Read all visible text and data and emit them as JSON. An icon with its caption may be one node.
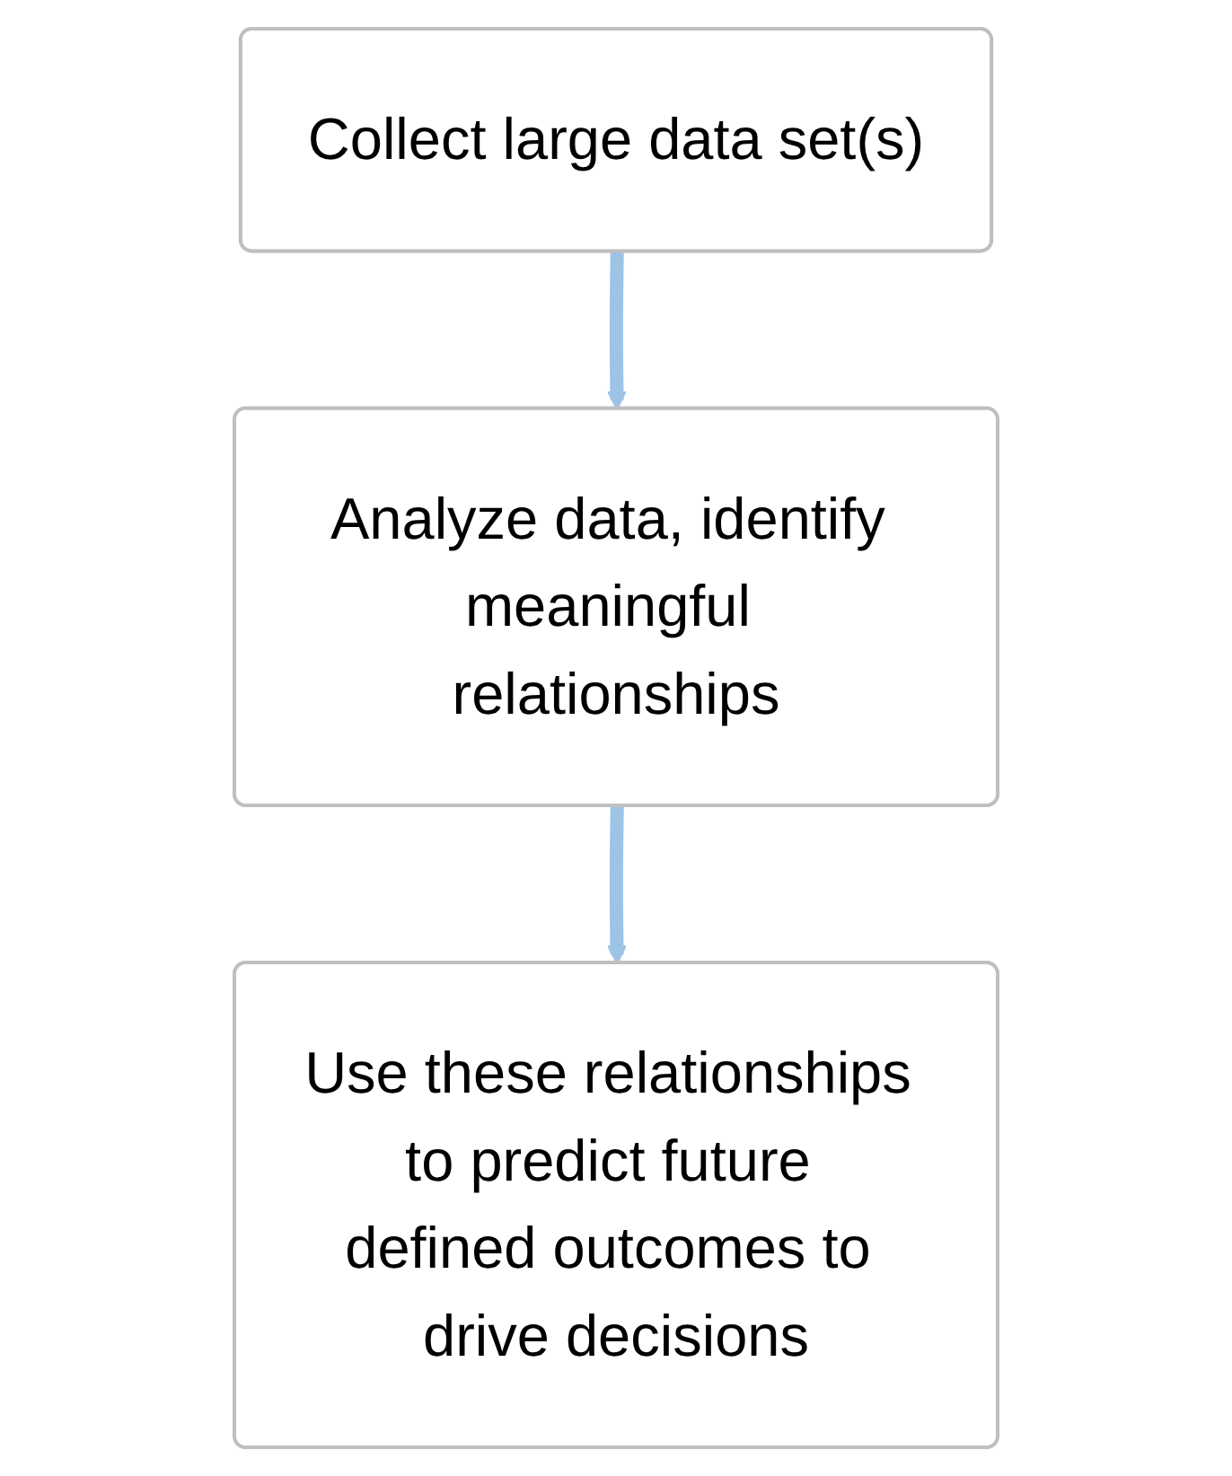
{
  "diagram": {
    "nodes": [
      {
        "text": [
          "Collect large data set(s)"
        ]
      },
      {
        "text": [
          "Analyze data, identify meaningful relationships"
        ]
      },
      {
        "text": [
          "Use these relationships to predict future defined outcomes to drive decisions"
        ]
      }
    ],
    "edges": [
      {
        "from": 0,
        "to": 1,
        "arrow": "to"
      },
      {
        "from": 1,
        "to": 2,
        "arrow": "to"
      }
    ]
  }
}
